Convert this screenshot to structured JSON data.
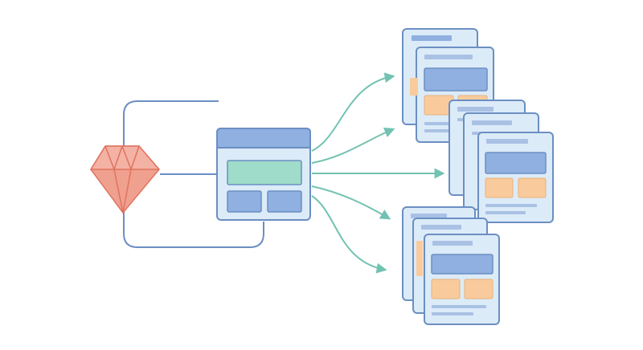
{
  "diagram": {
    "source_icon": "ruby-gem-icon",
    "template_icon": "page-template-icon",
    "output_icon": "document-page-icon",
    "output_groups": [
      {
        "name": "top-stack",
        "page_count": 2
      },
      {
        "name": "middle-stack",
        "page_count": 3
      },
      {
        "name": "bottom-stack",
        "page_count": 3
      }
    ],
    "arrow_count": 5,
    "colors": {
      "gem_fill": "#f0a08f",
      "gem_stroke": "#e0735f",
      "frame_stroke": "#6b8fc2",
      "page_fill": "#dcebf8",
      "page_stroke": "#6b8fc2",
      "header_bar": "#8fb0e0",
      "teal_block": "#9fdcc9",
      "orange_block": "#f9cb9c",
      "lines": "#a9c1e4",
      "arrow": "#72c2b2"
    }
  }
}
